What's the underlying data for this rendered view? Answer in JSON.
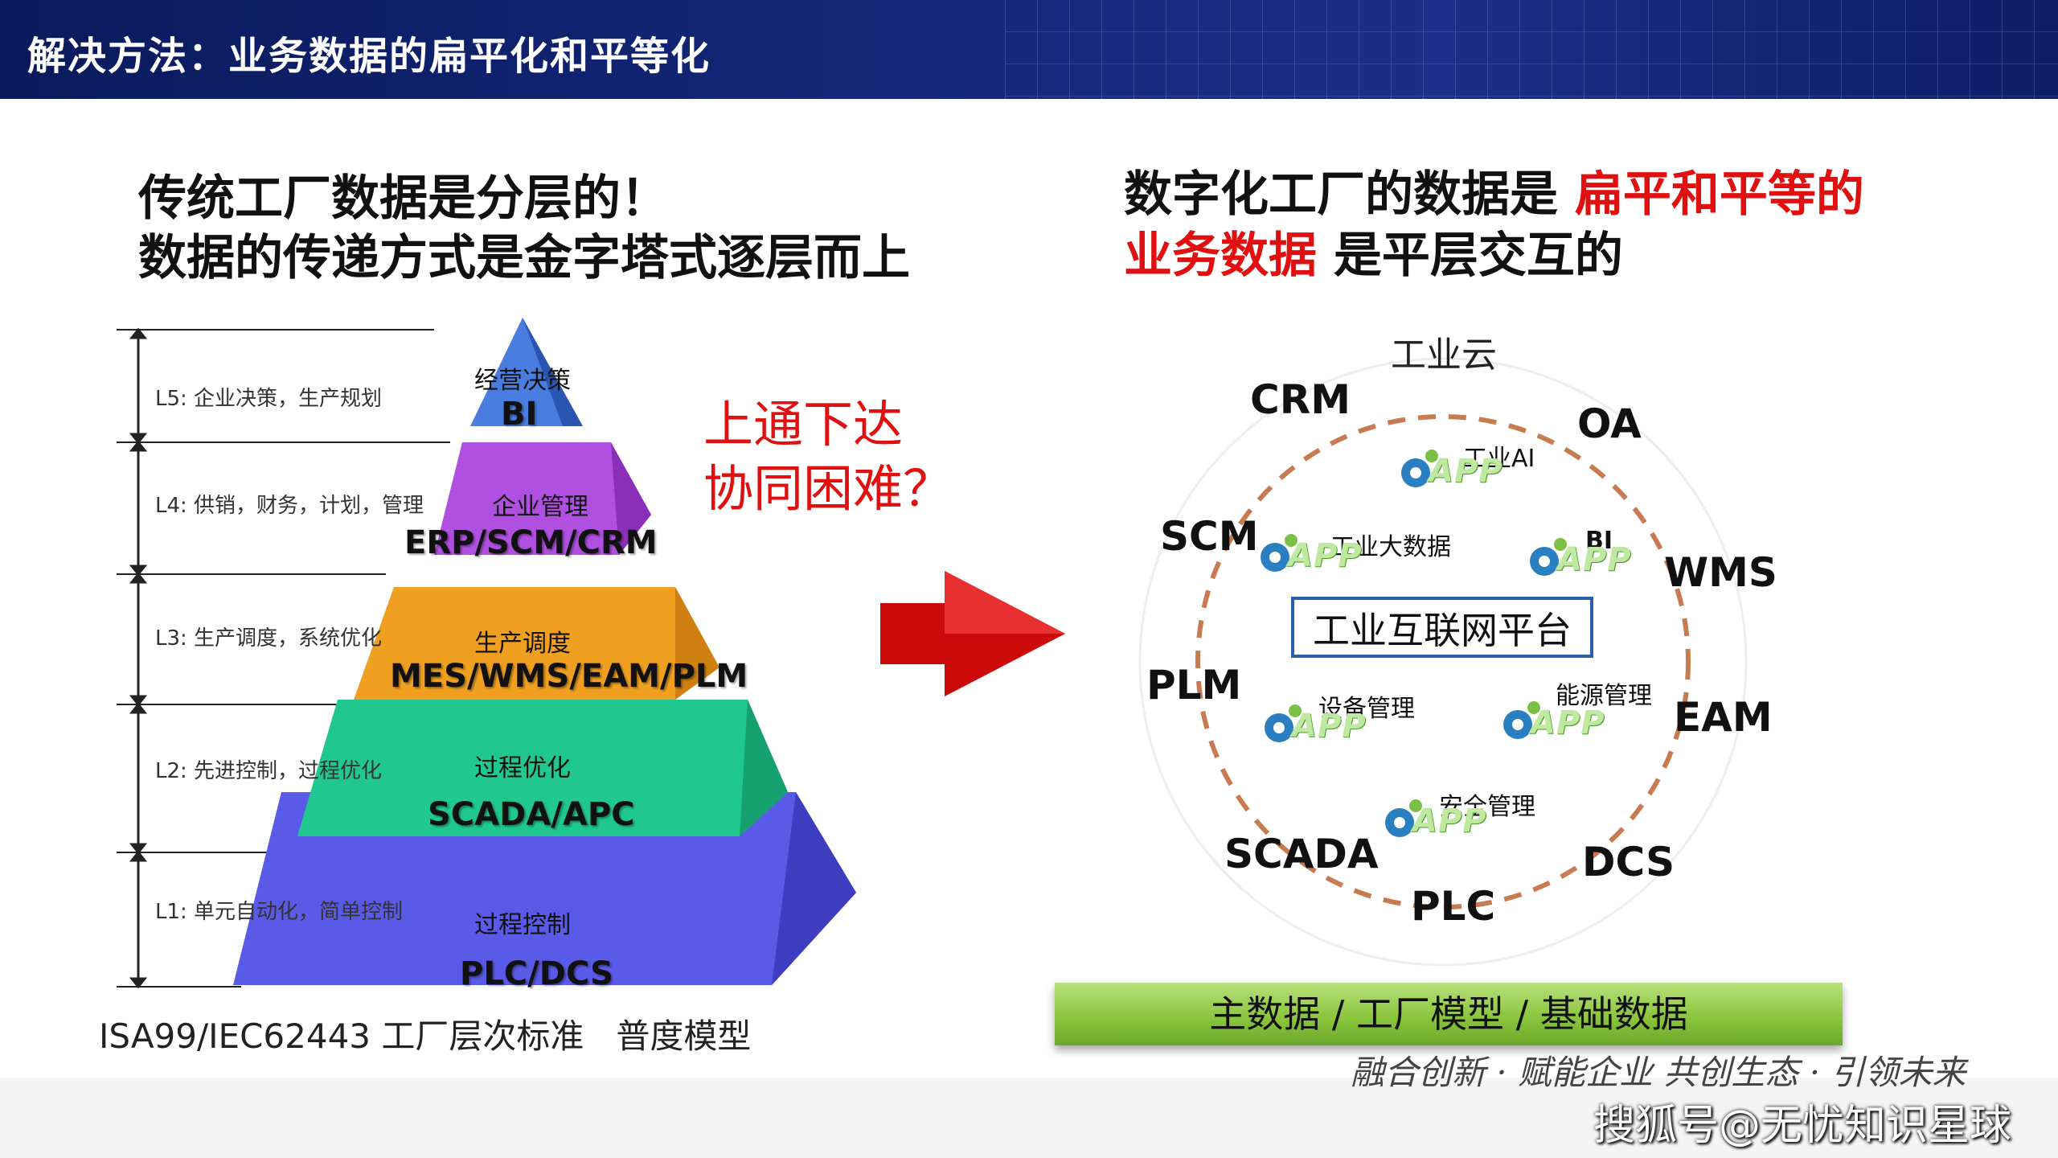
{
  "header": {
    "title": "解决方法：业务数据的扁平化和平等化"
  },
  "left": {
    "title_line1": "传统工厂数据是分层的！",
    "title_line2": "数据的传递方式是金字塔式逐层而上",
    "red_line1": "上通下达",
    "red_line2": "协同困难？",
    "levels": [
      {
        "label": "L5: 企业决策，生产规划",
        "top": "经营决策",
        "bottom": "BI",
        "color": "#4a7de0"
      },
      {
        "label": "L4: 供销，财务，计划，管理",
        "top": "企业管理",
        "bottom": "ERP/SCM/CRM",
        "color": "#b050e0"
      },
      {
        "label": "L3: 生产调度，系统优化",
        "top": "生产调度",
        "bottom": "MES/WMS/EAM/PLM",
        "color": "#f0a020"
      },
      {
        "label": "L2: 先进控制，过程优化",
        "top": "过程优化",
        "bottom": "SCADA/APC",
        "color": "#20c890"
      },
      {
        "label": "L1: 单元自动化，简单控制",
        "top": "过程控制",
        "bottom": "PLC/DCS",
        "color": "#5a5ae8"
      }
    ],
    "caption_a": "ISA99/IEC62443 工厂层次标准",
    "caption_b": "普度模型"
  },
  "right": {
    "title_line1_a": "数字化工厂的数据是 ",
    "title_line1_b": "扁平和平等的",
    "title_line2_a": "业务数据",
    "title_line2_b": " 是平层交互的",
    "cloud_label": "工业云",
    "platform": "工业互联网平台",
    "systems": [
      "CRM",
      "OA",
      "SCM",
      "WMS",
      "PLM",
      "EAM",
      "SCADA",
      "DCS",
      "PLC"
    ],
    "apps": [
      "工业AI",
      "工业大数据",
      "BI",
      "设备管理",
      "能源管理",
      "安全管理"
    ],
    "app_text": "APP",
    "green_bar": "主数据 / 工厂模型 / 基础数据"
  },
  "footer": {
    "slogan": "融合创新 · 赋能企业   共创生态 · 引领未来",
    "watermark": "搜狐号@无忧知识星球"
  },
  "colors": {
    "accent_red": "#e01010",
    "header_bg": "#14277a",
    "platform_border": "#2f5fa8",
    "green": "#8cc63e"
  }
}
